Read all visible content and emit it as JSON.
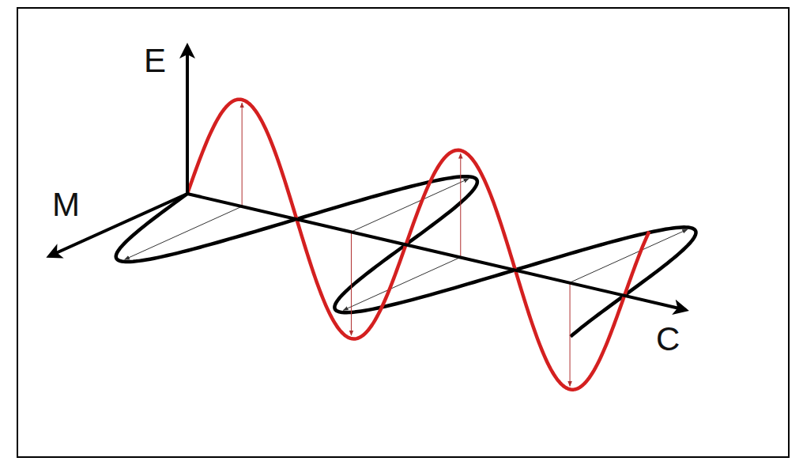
{
  "diagram": {
    "labels": [
      "E",
      "M",
      "C"
    ]
  }
}
